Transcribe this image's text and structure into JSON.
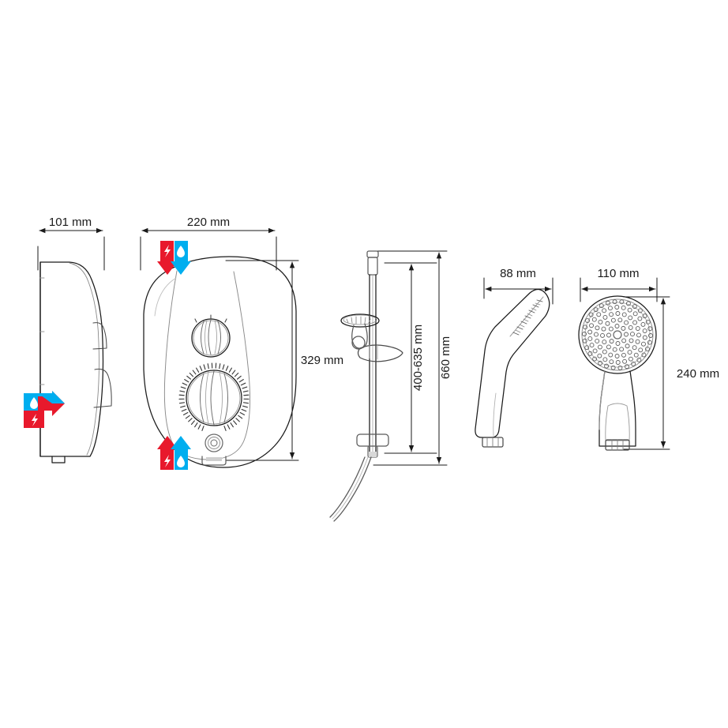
{
  "drawing": {
    "title": "Electric shower dimensional drawing",
    "background_color": "#ffffff",
    "line_color": "#1a1a1a",
    "detail_line_color": "#7a7a7a"
  },
  "colors": {
    "electric_red": "#E8192C",
    "water_blue": "#00AEEF",
    "outline": "#1a1a1a",
    "thin_detail": "#8a8a8a"
  },
  "views": [
    {
      "id": "side-view",
      "name": "Shower unit side view"
    },
    {
      "id": "front-view",
      "name": "Shower unit front view"
    },
    {
      "id": "riser-rail-view",
      "name": "Riser rail and handset holder view"
    },
    {
      "id": "handset-side",
      "name": "Shower handset side view"
    },
    {
      "id": "handset-front",
      "name": "Shower handset front view"
    }
  ],
  "dimensions": {
    "side_depth": {
      "label": "101 mm",
      "orientation": "horizontal"
    },
    "front_width": {
      "label": "220 mm",
      "orientation": "horizontal"
    },
    "front_height": {
      "label": "329 mm",
      "orientation": "vertical"
    },
    "rail_adjust_range": {
      "label": "400-635 mm",
      "orientation": "vertical"
    },
    "rail_total_height": {
      "label": "660 mm",
      "orientation": "vertical"
    },
    "handset_side_width": {
      "label": "88 mm",
      "orientation": "horizontal"
    },
    "handset_head_width": {
      "label": "110 mm",
      "orientation": "horizontal"
    },
    "handset_height": {
      "label": "240 mm",
      "orientation": "vertical"
    }
  },
  "badges": {
    "side_outlet": {
      "name": "water-electric-badge-right",
      "direction": "right",
      "layout": "stacked",
      "top": "water-drop",
      "bottom": "lightning-bolt"
    },
    "front_top": {
      "name": "water-electric-badge-down",
      "direction": "down",
      "layout": "side-by-side",
      "left": "lightning-bolt",
      "right": "water-drop"
    },
    "front_bottom": {
      "name": "water-electric-badge-up",
      "direction": "up",
      "layout": "side-by-side",
      "left": "lightning-bolt",
      "right": "water-drop"
    }
  },
  "controls": {
    "upper_knob": {
      "name": "power-selector-knob",
      "marks": 3
    },
    "lower_knob": {
      "name": "temperature-control-dial",
      "tick_count": 48
    },
    "indicator": {
      "name": "power-indicator-light"
    }
  }
}
